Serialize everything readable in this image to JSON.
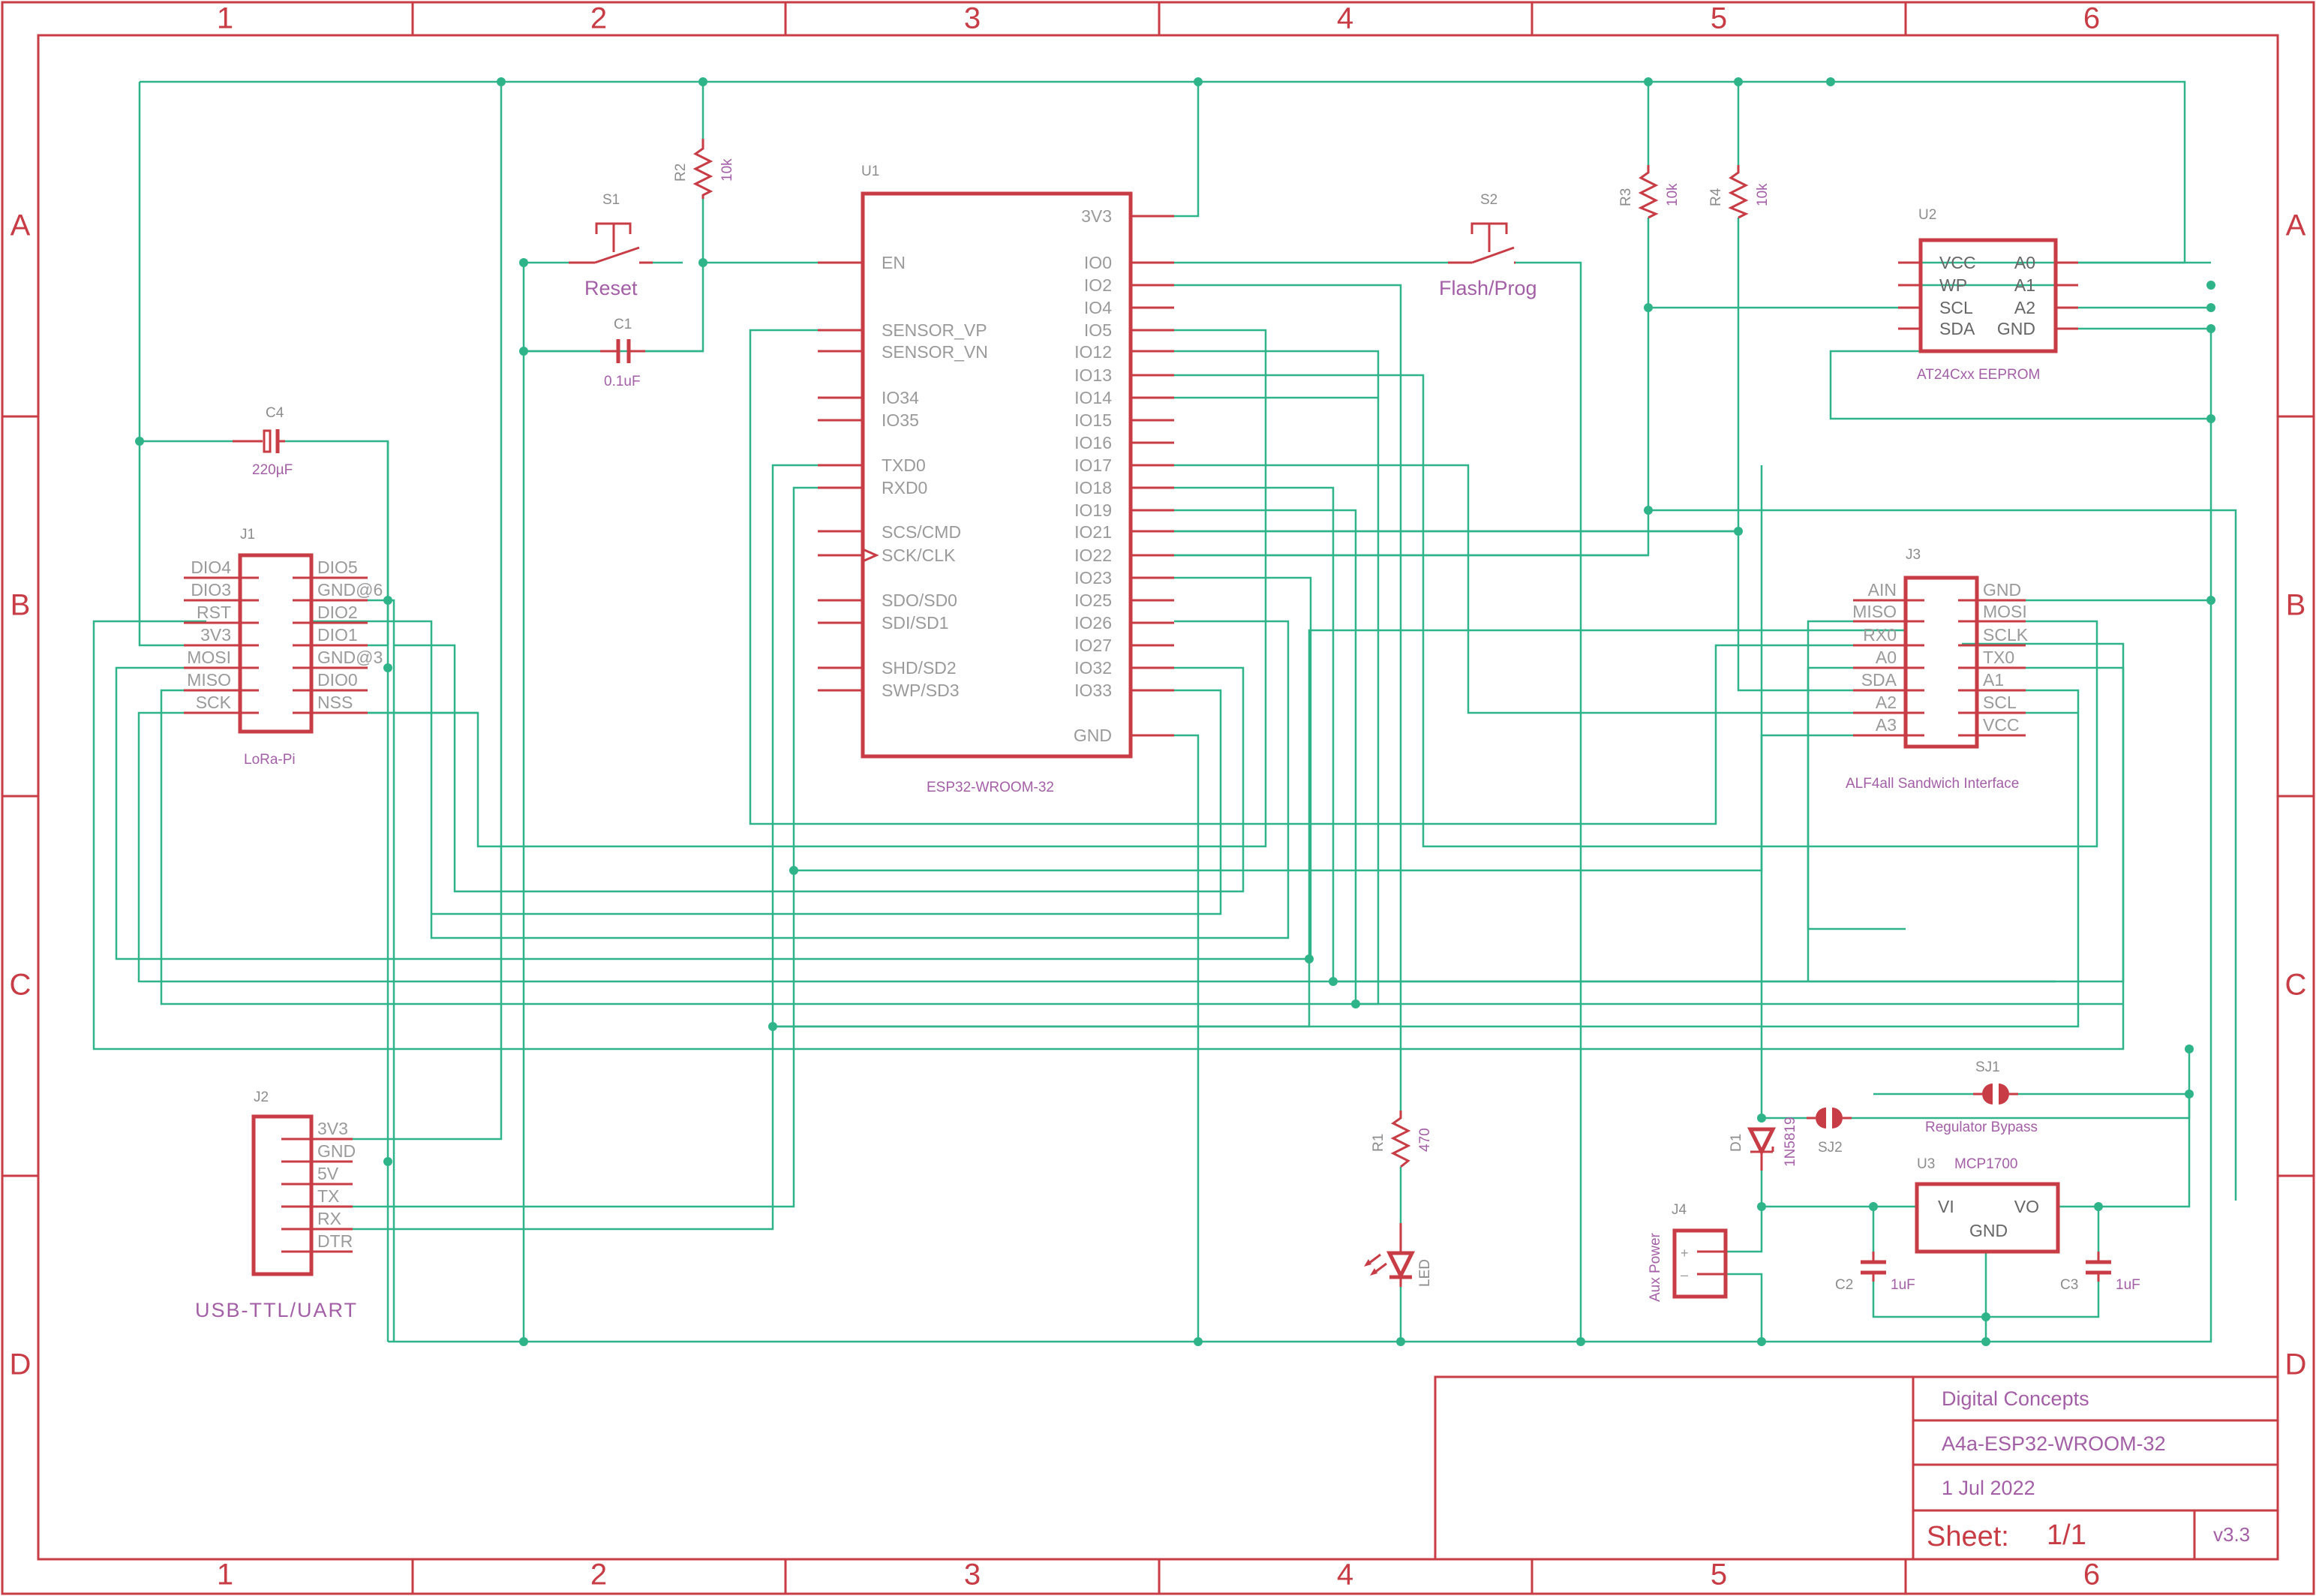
{
  "frame": {
    "columns": [
      "1",
      "2",
      "3",
      "4",
      "5",
      "6"
    ],
    "rows": [
      "A",
      "B",
      "C",
      "D"
    ]
  },
  "title_block": {
    "company": "Digital Concepts",
    "design": "A4a-ESP32-WROOM-32",
    "date": "1 Jul 2022",
    "sheet_label": "Sheet:",
    "sheet_value": "1/1",
    "version": "v3.3"
  },
  "u1": {
    "ref": "U1",
    "value": "ESP32-WROOM-32",
    "left_pins": [
      "EN",
      "SENSOR_VP",
      "SENSOR_VN",
      "IO34",
      "IO35",
      "TXD0",
      "RXD0",
      "SCS/CMD",
      "SCK/CLK",
      "SDO/SD0",
      "SDI/SD1",
      "SHD/SD2",
      "SWP/SD3"
    ],
    "right_pins": [
      "3V3",
      "IO0",
      "IO2",
      "IO4",
      "IO5",
      "IO12",
      "IO13",
      "IO14",
      "IO15",
      "IO16",
      "IO17",
      "IO18",
      "IO19",
      "IO21",
      "IO22",
      "IO23",
      "IO25",
      "IO26",
      "IO27",
      "IO32",
      "IO33",
      "GND"
    ]
  },
  "u2": {
    "ref": "U2",
    "value": "AT24Cxx EEPROM",
    "left_pins": [
      "VCC",
      "WP",
      "SCL",
      "SDA"
    ],
    "right_pins": [
      "A0",
      "A1",
      "A2",
      "GND"
    ]
  },
  "u3": {
    "ref": "U3",
    "value": "MCP1700",
    "pins": [
      "VI",
      "VO",
      "GND"
    ]
  },
  "j1": {
    "ref": "J1",
    "value": "LoRa-Pi",
    "left_pins": [
      "DIO4",
      "DIO3",
      "RST",
      "3V3",
      "MOSI",
      "MISO",
      "SCK"
    ],
    "right_pins": [
      "DIO5",
      "GND@6",
      "DIO2",
      "DIO1",
      "GND@3",
      "DIO0",
      "NSS"
    ]
  },
  "j2": {
    "ref": "J2",
    "value": "USB-TTL/UART",
    "pins": [
      "3V3",
      "GND",
      "5V",
      "TX",
      "RX",
      "DTR"
    ]
  },
  "j3": {
    "ref": "J3",
    "value": "ALF4all Sandwich Interface",
    "left_pins": [
      "AIN",
      "MISO",
      "RX0",
      "A0",
      "SDA",
      "A2",
      "A3"
    ],
    "right_pins": [
      "GND",
      "MOSI",
      "SCLK",
      "TX0",
      "A1",
      "SCL",
      "VCC"
    ]
  },
  "j4": {
    "ref": "J4",
    "value": "Aux Power",
    "pins": [
      "+",
      "–"
    ]
  },
  "s1": {
    "ref": "S1",
    "value": "Reset"
  },
  "s2": {
    "ref": "S2",
    "value": "Flash/Prog"
  },
  "r1": {
    "ref": "R1",
    "value": "470"
  },
  "r2": {
    "ref": "R2",
    "value": "10k"
  },
  "r3": {
    "ref": "R3",
    "value": "10k"
  },
  "r4": {
    "ref": "R4",
    "value": "10k"
  },
  "c1": {
    "ref": "C1",
    "value": "0.1uF"
  },
  "c2": {
    "ref": "C2",
    "value": "1uF"
  },
  "c3": {
    "ref": "C3",
    "value": "1uF"
  },
  "c4": {
    "ref": "C4",
    "value": "220µF"
  },
  "d1": {
    "ref": "D1",
    "value": "1N5819"
  },
  "led1": {
    "value": "LED"
  },
  "sj1": {
    "ref": "SJ1",
    "value": "Regulator Bypass"
  },
  "sj2": {
    "ref": "SJ2"
  }
}
